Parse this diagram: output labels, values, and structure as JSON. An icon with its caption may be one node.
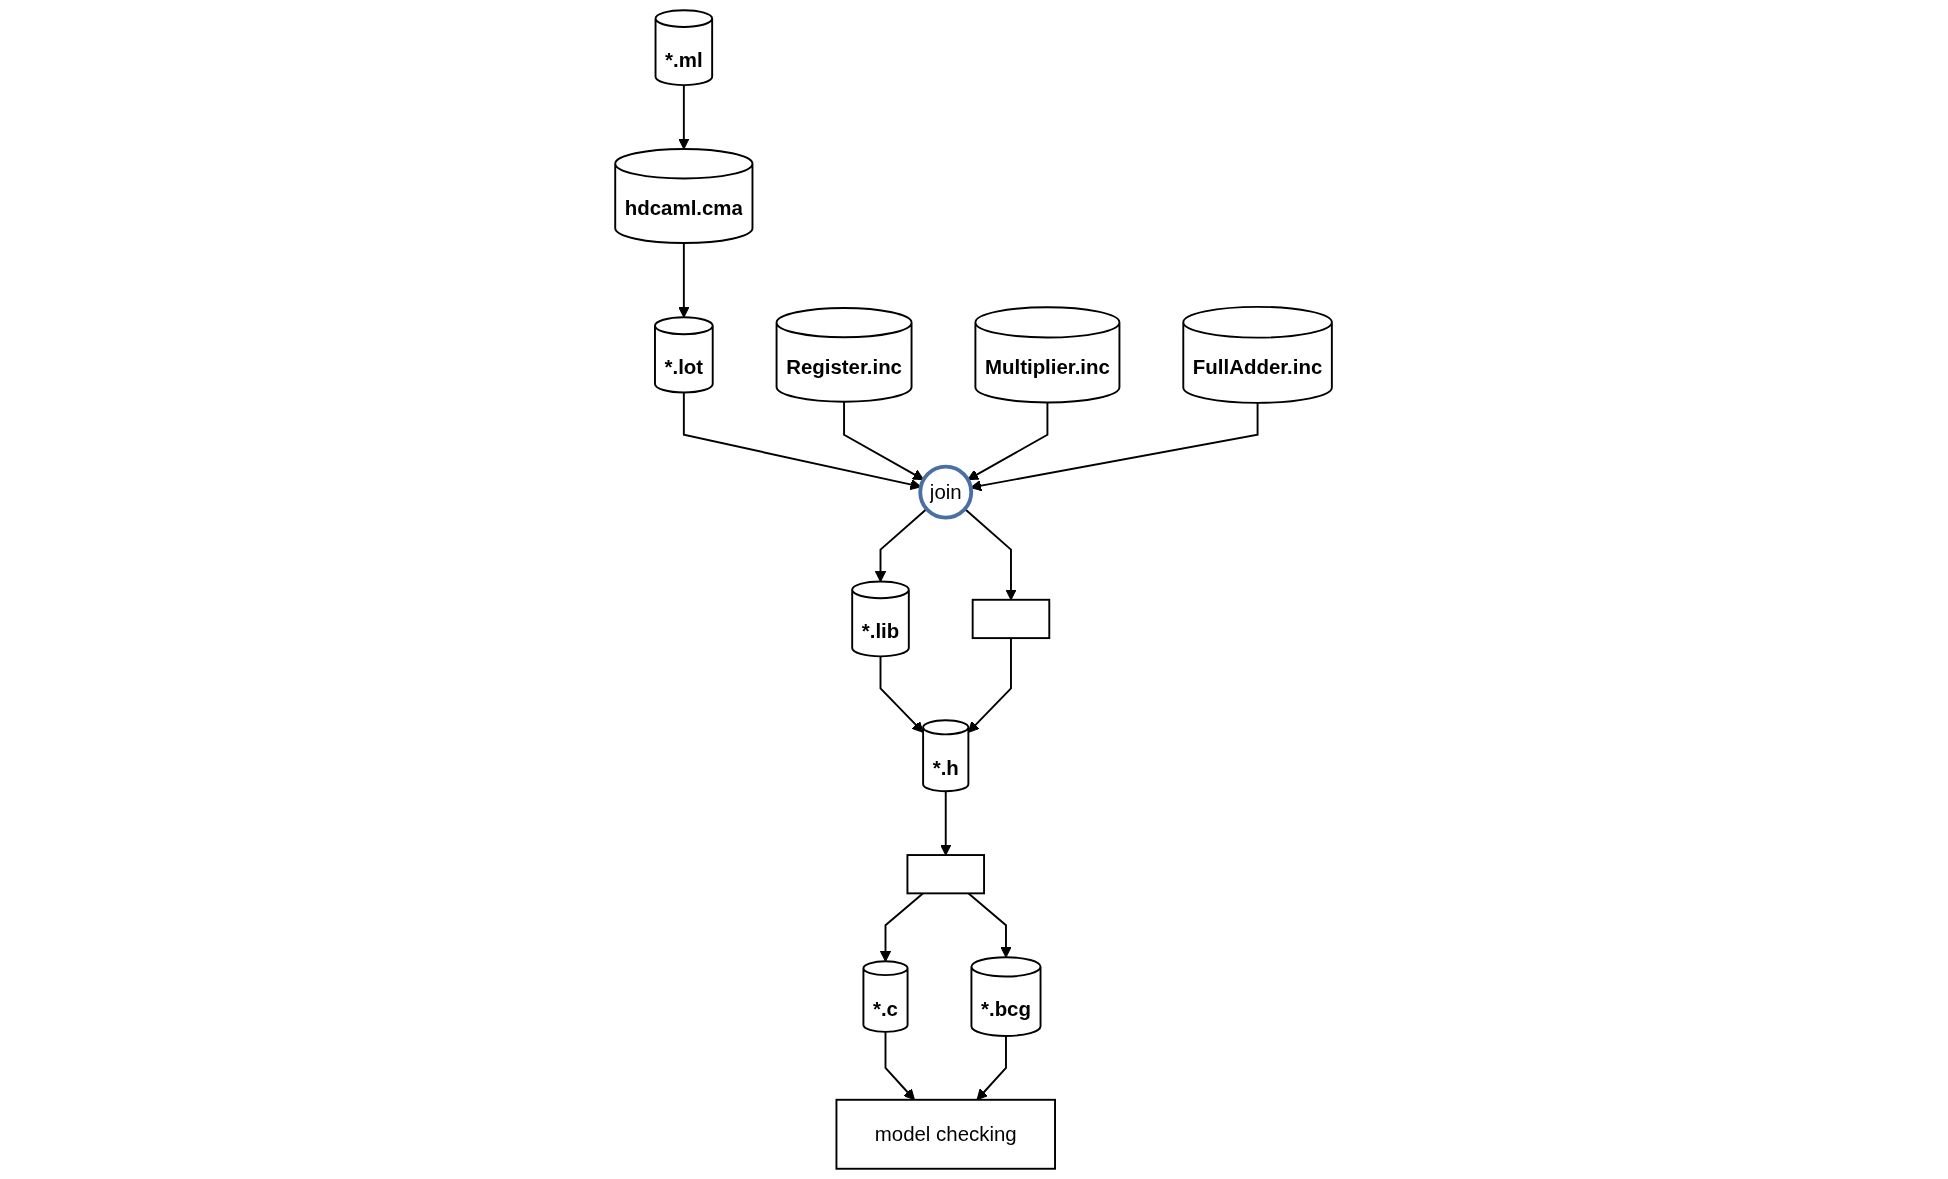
{
  "diagram": {
    "nodes": [
      {
        "text": [
          "*.ml"
        ]
      },
      {
        "text": [
          "hdcaml.cma"
        ]
      },
      {
        "text": [
          "*.lot"
        ]
      },
      {
        "text": [
          "Register.inc"
        ]
      },
      {
        "text": [
          "join"
        ]
      },
      {
        "text": [
          "Multiplier.inc"
        ]
      },
      {
        "text": [
          "FullAdder.inc"
        ]
      },
      {
        "text": [
          "*.lib"
        ]
      },
      {
        "text": [],
        "shape": "box"
      },
      {
        "text": [],
        "shape": "box"
      },
      {
        "text": [
          "*.h"
        ]
      },
      {
        "text": [
          "*.c"
        ]
      },
      {
        "text": [
          "*.bcg"
        ]
      },
      {
        "text": [
          "model checking"
        ]
      }
    ],
    "edges": [
      {
        "from": 0,
        "to": 1,
        "arrow": "to"
      },
      {
        "from": 1,
        "to": 2,
        "arrow": "to"
      },
      {
        "from": 2,
        "to": 4,
        "arrow": "to"
      },
      {
        "from": 3,
        "to": 4,
        "arrow": "to"
      },
      {
        "from": 5,
        "to": 4,
        "arrow": "to"
      },
      {
        "from": 6,
        "to": 4,
        "arrow": "to"
      },
      {
        "from": 4,
        "to": 7,
        "arrow": "to"
      },
      {
        "from": 4,
        "to": 8,
        "arrow": "to"
      },
      {
        "from": 7,
        "to": 10,
        "arrow": "to"
      },
      {
        "from": 8,
        "to": 10,
        "arrow": "to"
      },
      {
        "from": 10,
        "to": 9,
        "arrow": "to"
      },
      {
        "from": 9,
        "to": 11,
        "arrow": "to"
      },
      {
        "from": 9,
        "to": 12,
        "arrow": "to"
      },
      {
        "from": 11,
        "to": 13,
        "arrow": "to"
      },
      {
        "from": 12,
        "to": 13,
        "arrow": "to"
      }
    ]
  }
}
